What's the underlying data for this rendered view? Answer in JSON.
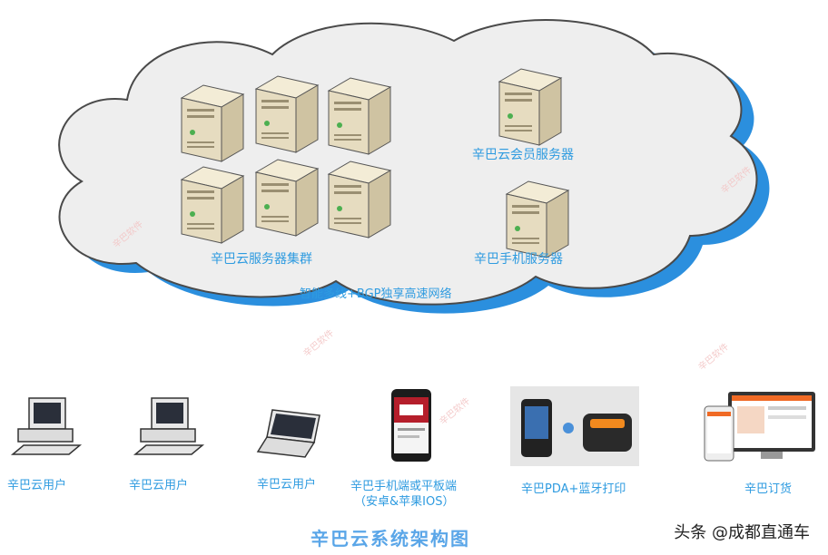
{
  "cloud": {
    "cluster_label": "辛巴云服务器集群",
    "member_server_label": "辛巴云会员服务器",
    "mobile_server_label": "辛巴手机服务器",
    "network_label": "智能多线+BGP独享高速网络"
  },
  "clients": [
    {
      "label": "辛巴云用户"
    },
    {
      "label": "辛巴云用户"
    },
    {
      "label": "辛巴云用户"
    },
    {
      "label": "辛巴手机端或平板端",
      "sublabel": "（安卓&苹果IOS）"
    },
    {
      "label": "辛巴PDA+蓝牙打印"
    },
    {
      "label": "辛巴订货"
    }
  ],
  "title": "辛巴云系统架构图",
  "credit": "头条 @成都直通车",
  "watermark": "辛巴软件",
  "colors": {
    "accent": "#2e9be0",
    "cloud_shadow": "#2b8fde",
    "server": "#e6dcc0"
  }
}
